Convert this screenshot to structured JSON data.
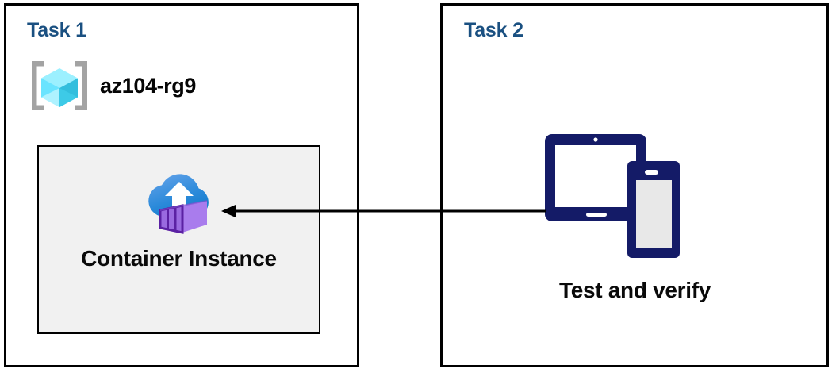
{
  "diagram": {
    "title_task1": "Task 1",
    "title_task2": "Task 2",
    "resource_group": {
      "label": "az104-rg9",
      "icon": "resource-group-cube-icon"
    },
    "container_instance": {
      "label": "Container Instance",
      "icon": "container-instance-cloud-icon",
      "card_background": "#f1f1f1"
    },
    "verify": {
      "label": "Test and verify",
      "icon": "devices-tablet-phone-icon"
    },
    "connector": {
      "icon": "left-arrow-connector",
      "direction": "right-to-left"
    },
    "colors": {
      "task_title": "#1a5081",
      "panel_border": "#000000",
      "card_fill": "#f1f1f1",
      "device_navy": "#141b67",
      "cloud_blue": "#1e87d9",
      "container_purple": "#a077e8",
      "cube_cyan": "#50e6ff",
      "bracket_gray": "#a0a0a0"
    }
  }
}
